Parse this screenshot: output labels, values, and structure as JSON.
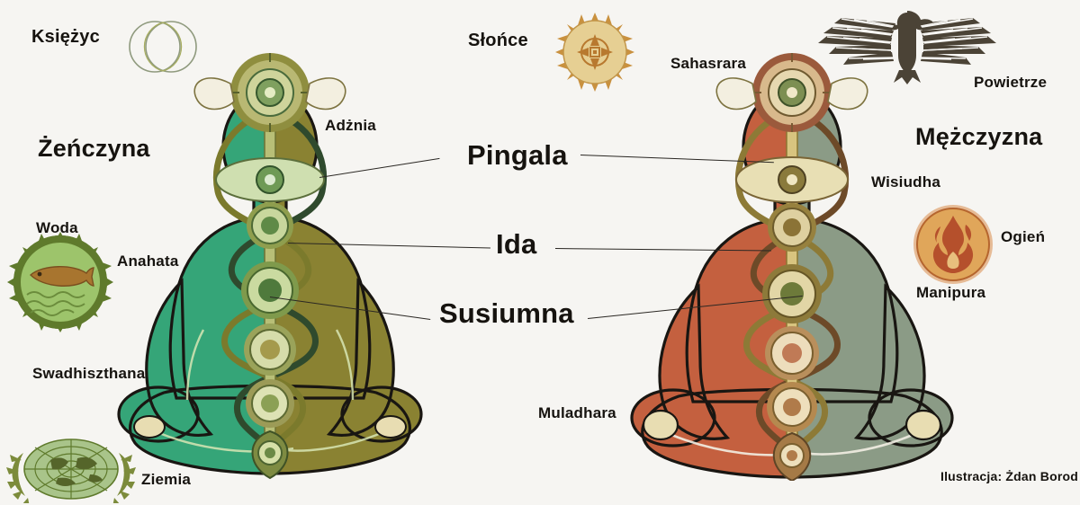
{
  "figure": {
    "title_left": "Żeńczyna",
    "title_right": "Mężczyzna",
    "credit": "Ilustracja: Żdan Borod"
  },
  "elements": {
    "moon": {
      "label": "Księżyc",
      "icon": "moon-circles-icon"
    },
    "sun": {
      "label": "Słońce",
      "icon": "sun-disc-icon"
    },
    "water": {
      "label": "Woda",
      "icon": "fish-water-icon"
    },
    "earth": {
      "label": "Ziemia",
      "icon": "globe-laurel-icon"
    },
    "air": {
      "label": "Powietrze",
      "icon": "eagle-wings-icon"
    },
    "fire": {
      "label": "Ogień",
      "icon": "flame-disc-icon"
    }
  },
  "chakras_left": [
    {
      "label": "Adżnia"
    },
    {
      "label": "Anahata"
    },
    {
      "label": "Swadhiszthana"
    }
  ],
  "chakras_right": [
    {
      "label": "Sahasrara"
    },
    {
      "label": "Wisiudha"
    },
    {
      "label": "Manipura"
    },
    {
      "label": "Muladhara"
    }
  ],
  "channels": [
    {
      "label": "Pingala"
    },
    {
      "label": "Ida"
    },
    {
      "label": "Susiumna"
    }
  ],
  "colors": {
    "background": "#f6f5f2",
    "female_left_half": "#35a578",
    "female_right_half": "#8a8232",
    "male_left_half": "#c4603f",
    "male_right_half": "#8b9b86",
    "outline": "#191612",
    "gold": "#b89a3e",
    "text": "#16130f",
    "sun_disc": "#e6cf93",
    "fire_disc": "#e0a65a",
    "water_disc": "#9dc46b",
    "earth_disc": "#a9c48a",
    "eagle": "#4b4336"
  }
}
